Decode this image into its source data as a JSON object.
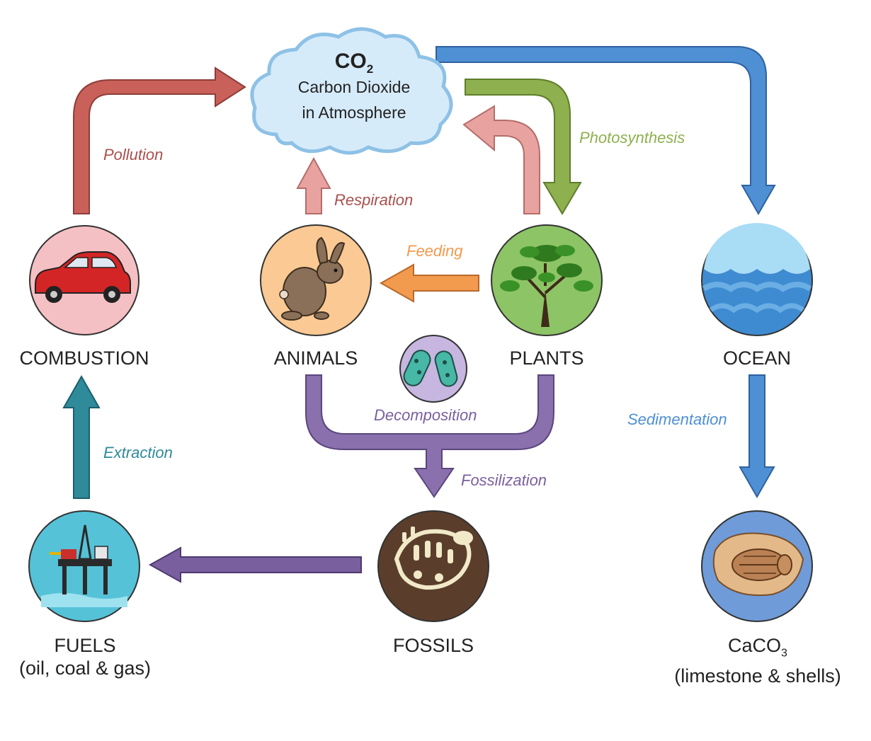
{
  "atmosphere": {
    "formula_main": "CO",
    "formula_sub": "2",
    "line1": "Carbon Dioxide",
    "line2": "in Atmosphere"
  },
  "nodes": {
    "combustion": "COMBUSTION",
    "animals": "ANIMALS",
    "plants": "PLANTS",
    "ocean": "OCEAN",
    "fuels": "FUELS",
    "fuels_sub": "(oil, coal & gas)",
    "fossils": "FOSSILS",
    "caco3_main": "CaCO",
    "caco3_sub": "3",
    "caco3_detail": "(limestone & shells)"
  },
  "processes": {
    "pollution": "Pollution",
    "respiration": "Respiration",
    "photosynthesis": "Photosynthesis",
    "feeding": "Feeding",
    "decomposition": "Decomposition",
    "fossilization": "Fossilization",
    "extraction": "Extraction",
    "sedimentation": "Sedimentation"
  },
  "colors": {
    "pollution": "#c9605a",
    "respiration": "#e8a3a0",
    "photosynthesis": "#8fb04e",
    "feeding": "#f29a4e",
    "decomposition": "#8a70ad",
    "extraction": "#2f8a9a",
    "ocean_flow": "#4f8fd4",
    "cloud_fill": "#d6ebfa",
    "cloud_stroke": "#8ec1e6"
  },
  "icons": {
    "combustion": "car-icon",
    "animals": "rabbit-icon",
    "plants": "tree-icon",
    "ocean": "waves-icon",
    "decomposition": "bacteria-icon",
    "fuels": "oil-rig-icon",
    "fossils": "fossil-skeleton-icon",
    "caco3": "trilobite-icon"
  }
}
